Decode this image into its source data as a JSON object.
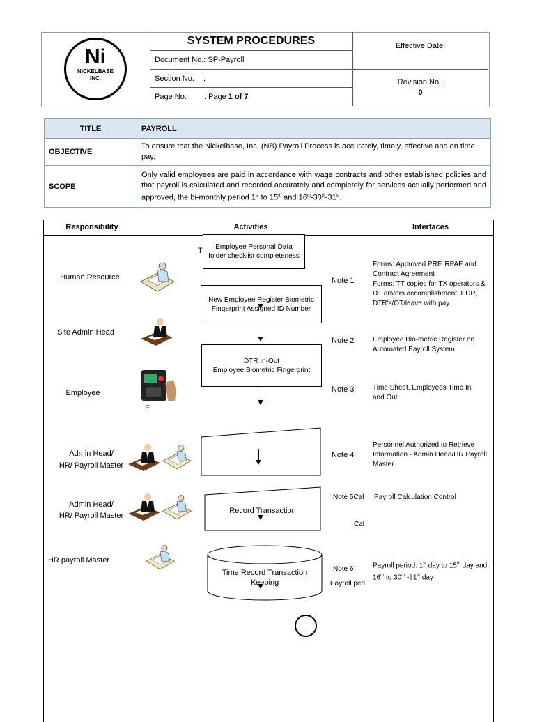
{
  "header": {
    "logo": {
      "letters": "Ni",
      "line1": "NICKELBASE",
      "line2": "INC."
    },
    "title": "SYSTEM PROCEDURES",
    "document_label": "Document No.:",
    "document_value": "SP-Payroll",
    "section_label": "Section No.",
    "section_value": ":",
    "page_label": "Page No.",
    "page_value_prefix": ": Page ",
    "page_value": "1 of 7",
    "effective_label": "Effective Date:",
    "revision_label": "Revision No.:",
    "revision_value": "0"
  },
  "info": {
    "title_label": "TITLE",
    "title_value": "PAYROLL",
    "objective_label": "OBJECTIVE",
    "objective_value": "To ensure that the Nickelbase, Inc. (NB) Payroll Process is accurately, timely, effective and on time pay.",
    "scope_label": "SCOPE",
    "scope_value_main": "Only valid employees are paid in accordance with wage contracts and other established policies and that payroll is calculated and recorded accurately and completely for services actually performed and approved, the bi-monthly period 1",
    "scope_sup1": "st",
    "scope_to": " to 15",
    "scope_sup2": "th",
    "scope_and": " and 16",
    "scope_sup3": "th",
    "scope_dash": "-30",
    "scope_sup4": "th",
    "scope_dash2": "-31",
    "scope_sup5": "st",
    "scope_end": "."
  },
  "flow": {
    "col_responsibility": "Responsibility",
    "col_activities": "Activities",
    "col_interfaces": "Interfaces",
    "responsibilities": [
      "Human Resource",
      "Site Admin Head",
      "Employee",
      "Admin Head/\nHR/ Payroll Master",
      "Admin Head/\nHR/ Payroll Master",
      "HR payroll Master"
    ],
    "stray_t": "T",
    "stray_e": "E",
    "box1": "Employee Personal Data folder checklist completeness",
    "box2": "New Employee Register Biometric Fingerprint Assigned ID Number",
    "box3_line1": "DTR In-Out",
    "box3_line2": "Employee Biometric Fingerprint",
    "box5": "Record Transaction",
    "box6": "Time Record Transaction Keeping",
    "notes": [
      "Note 1",
      "Note 2",
      "Note 3",
      "Note 4",
      "Note 5Cal",
      "Note 6"
    ],
    "note5_extra": "Cal",
    "note6_extra": "Payroll peri",
    "interfaces": [
      "Forms: Approved PRF, RPAF and Contract Agreement\nForms: TT  copies for TX operators & DT drivers accomplishment, EUR, DTR's/OT/leave with pay",
      "Employee Bio-metric Register on Automated Payroll System",
      "Time Sheet. Employees Time In and Out",
      "Personnel Authorized to Retrieve Information  - Admin Head/HR Payroll Master",
      "Payroll Calculation Control"
    ],
    "iface6_a": "Payroll period: 1",
    "iface6_s1": "st",
    "iface6_b": " day to 15",
    "iface6_s2": "th",
    "iface6_c": " day and 16",
    "iface6_s3": "th",
    "iface6_d": " to 30",
    "iface6_s4": "th",
    "iface6_e": " -31",
    "iface6_s5": "st",
    "iface6_f": " day"
  }
}
